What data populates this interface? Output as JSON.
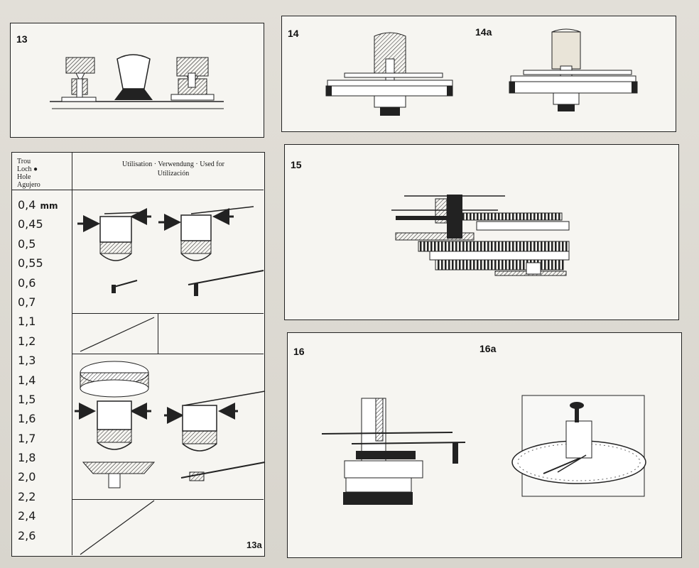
{
  "figures": {
    "fig13": {
      "label": "13"
    },
    "fig14": {
      "label": "14"
    },
    "fig14a": {
      "label": "14a"
    },
    "fig15": {
      "label": "15"
    },
    "fig16": {
      "label": "16"
    },
    "fig16a": {
      "label": "16a"
    },
    "fig13a": {
      "label": "13a"
    }
  },
  "table": {
    "header_left": [
      "Trou",
      "Loch ●",
      "Hole",
      "Agujero"
    ],
    "header_right_line1": "Utilisation · Verwendung · Used for",
    "header_right_line2": "Utilización",
    "sizes": [
      "0,4",
      "0,45",
      "0,5",
      "0,55",
      "0,6",
      "0,7",
      "1,1",
      "1,2",
      "1,3",
      "1,4",
      "1,5",
      "1,6",
      "1,7",
      "1,8",
      "2,0",
      "2,2",
      "2,4",
      "2,6"
    ],
    "first_unit": "mm"
  },
  "colors": {
    "ink": "#1a1a1a",
    "paper": "#f6f5f1",
    "background": "#d9d6cf"
  }
}
